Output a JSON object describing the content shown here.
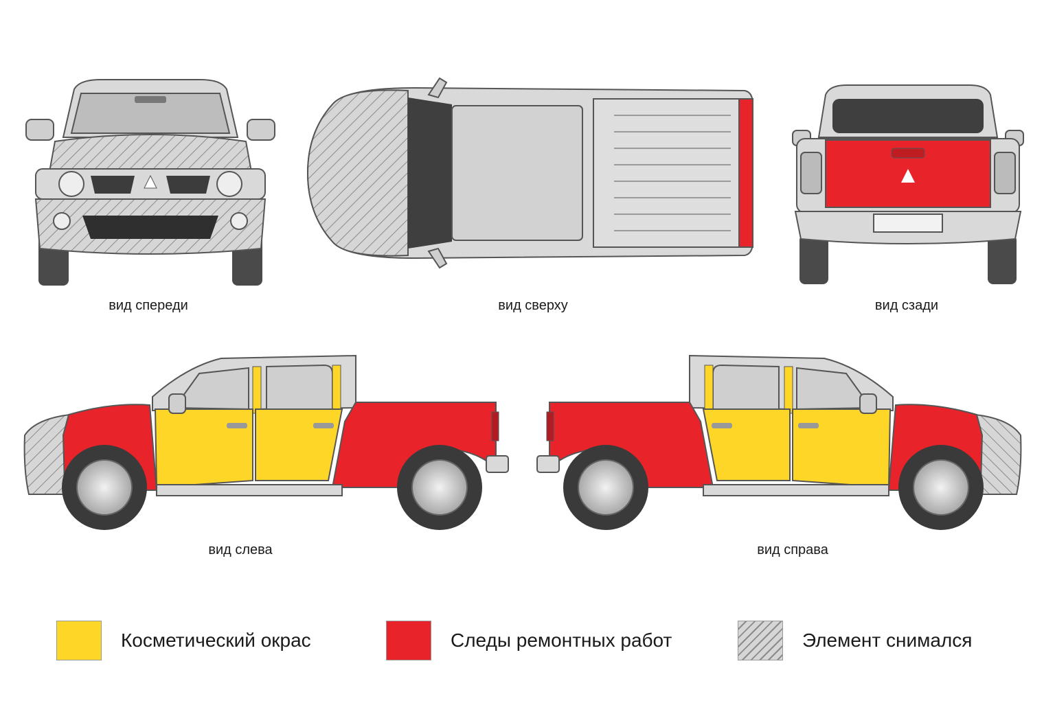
{
  "views": {
    "front": {
      "caption": "вид спереди"
    },
    "top": {
      "caption": "вид сверху"
    },
    "rear": {
      "caption": "вид сзади"
    },
    "left": {
      "caption": "вид слева"
    },
    "right": {
      "caption": "вид справа"
    }
  },
  "legend": [
    {
      "label": "Косметический окрас",
      "color": "#fdd627",
      "kind": "cosmetic-paint"
    },
    {
      "label": "Следы ремонтных работ",
      "color": "#e8232a",
      "kind": "repair-traces"
    },
    {
      "label": "Элемент снимался",
      "color": "#d2d2d2",
      "kind": "element-removed"
    }
  ],
  "colors": {
    "cosmetic": "#fdd627",
    "repair": "#e8232a",
    "body": "#d9d9d9",
    "outline": "#555555",
    "hatch": "#8c8c8c"
  }
}
